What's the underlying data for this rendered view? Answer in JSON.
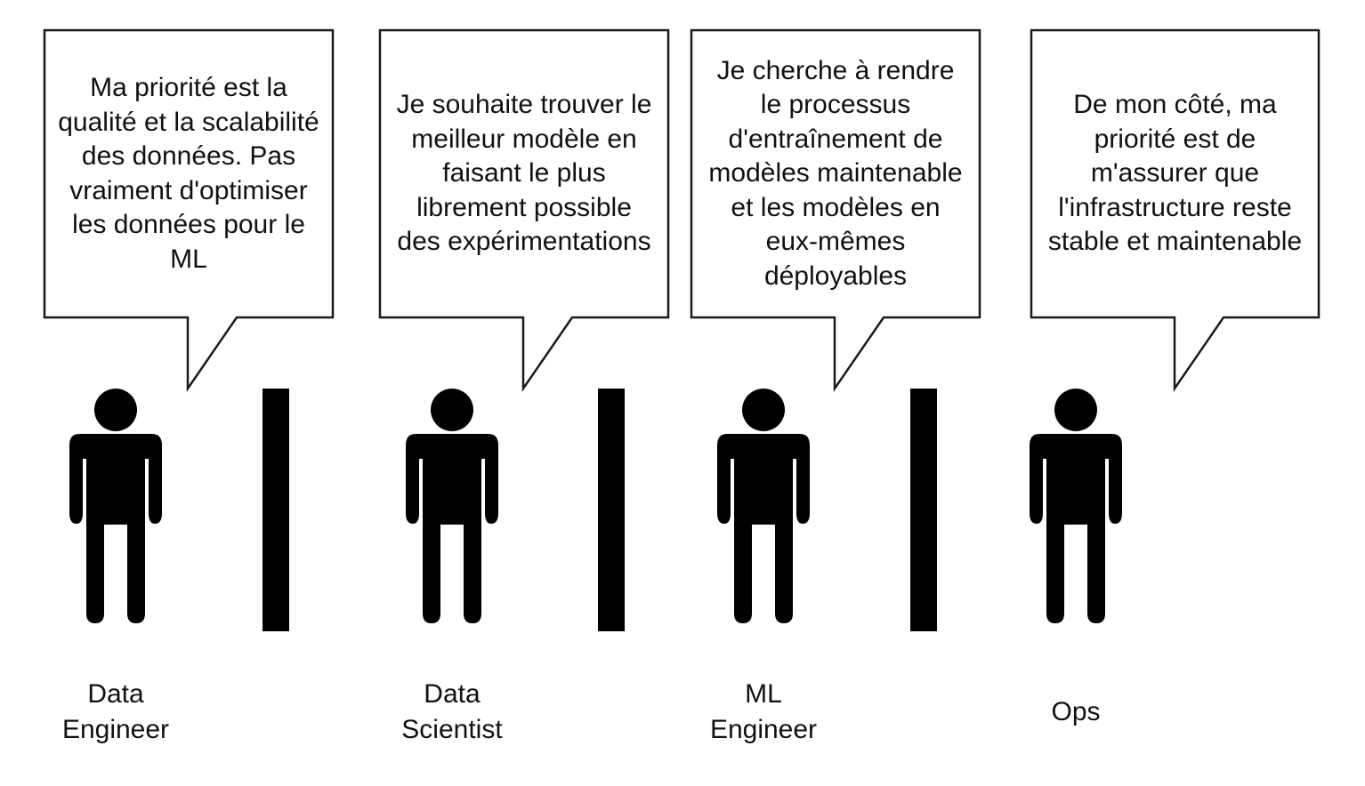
{
  "diagram": {
    "columns": [
      {
        "role": "Data\nEngineer",
        "speech": "Ma priorité est la\nqualité et la scalabilité\ndes données. Pas\nvraiment d'optimiser\nles données pour le\nML"
      },
      {
        "role": "Data\nScientist",
        "speech": "Je souhaite trouver le\nmeilleur modèle en\nfaisant le plus\nlibrement possible\ndes expérimentations"
      },
      {
        "role": "ML\nEngineer",
        "speech": "Je cherche à rendre\nle processus\nd'entraînement de\nmodèles maintenable\net les modèles en\neux-mêmes\ndéployables"
      },
      {
        "role": "Ops",
        "speech": "De mon côté, ma\npriorité est de\nm'assurer que\nl'infrastructure reste\nstable et maintenable"
      }
    ],
    "colors": {
      "stroke": "#1a1a1a",
      "fill": "#ffffff",
      "figure": "#000000",
      "text": "#111111"
    },
    "icons": [
      "person-icon",
      "speech-bubble",
      "separator-bar"
    ]
  }
}
